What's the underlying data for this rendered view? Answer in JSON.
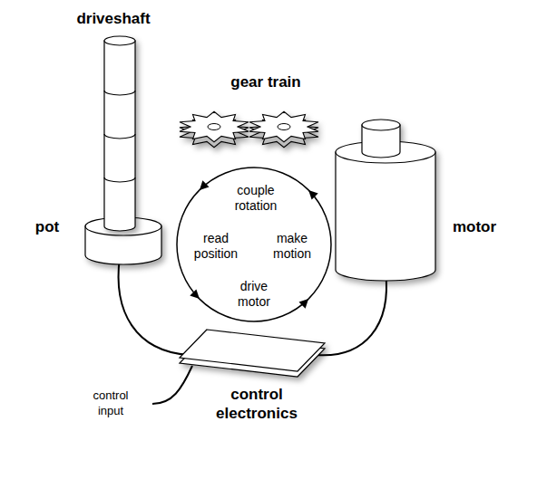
{
  "diagram": {
    "labels": [
      "driveshaft",
      "gear train",
      "pot",
      "motor",
      "couple rotation",
      "read position",
      "make motion",
      "drive motor",
      "control input",
      "control electronics"
    ]
  }
}
